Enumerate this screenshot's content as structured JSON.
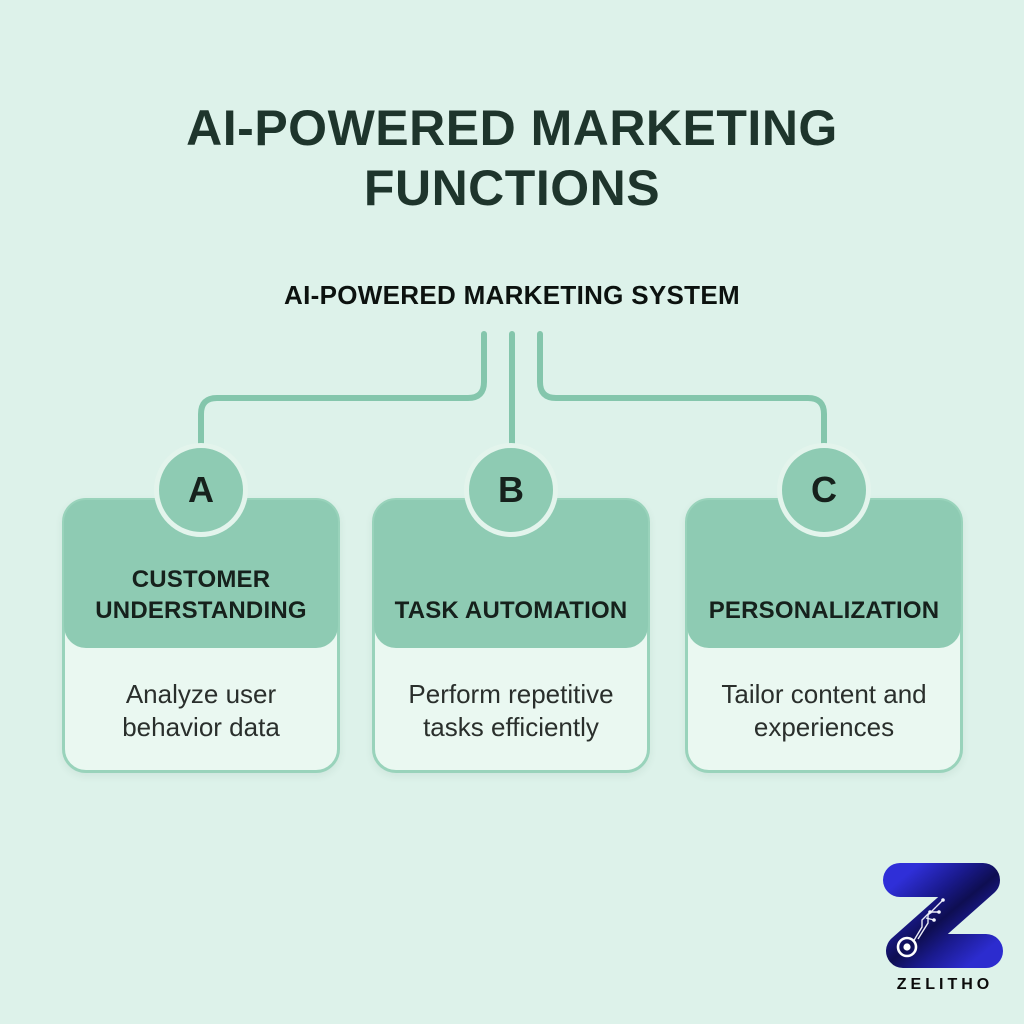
{
  "title": "AI-POWERED MARKETING FUNCTIONS",
  "diagram": {
    "root_label": "AI-POWERED MARKETING SYSTEM",
    "nodes": [
      {
        "letter": "A",
        "heading": "CUSTOMER UNDERSTANDING",
        "description": "Analyze user behavior data"
      },
      {
        "letter": "B",
        "heading": "TASK AUTOMATION",
        "description": "Perform repetitive tasks efficiently"
      },
      {
        "letter": "C",
        "heading": "PERSONALIZATION",
        "description": "Tailor content and experiences"
      }
    ]
  },
  "brand": {
    "name": "ZELITHO"
  },
  "colors": {
    "background": "#ddf2ea",
    "node_green": "#8ecbb3",
    "connector_green": "#84c6ac",
    "card_body_fill": "#eaf8f1",
    "card_border": "#99d3bb",
    "circle_ring": "#e3f4ec",
    "title_text": "#1e352c",
    "heading_text": "#16211c",
    "description_text": "#2a2f2c",
    "logo_blue_bright": "#2f2fd8",
    "logo_blue_dark": "#0e0e52",
    "brand_text": "#0b0b0b"
  }
}
